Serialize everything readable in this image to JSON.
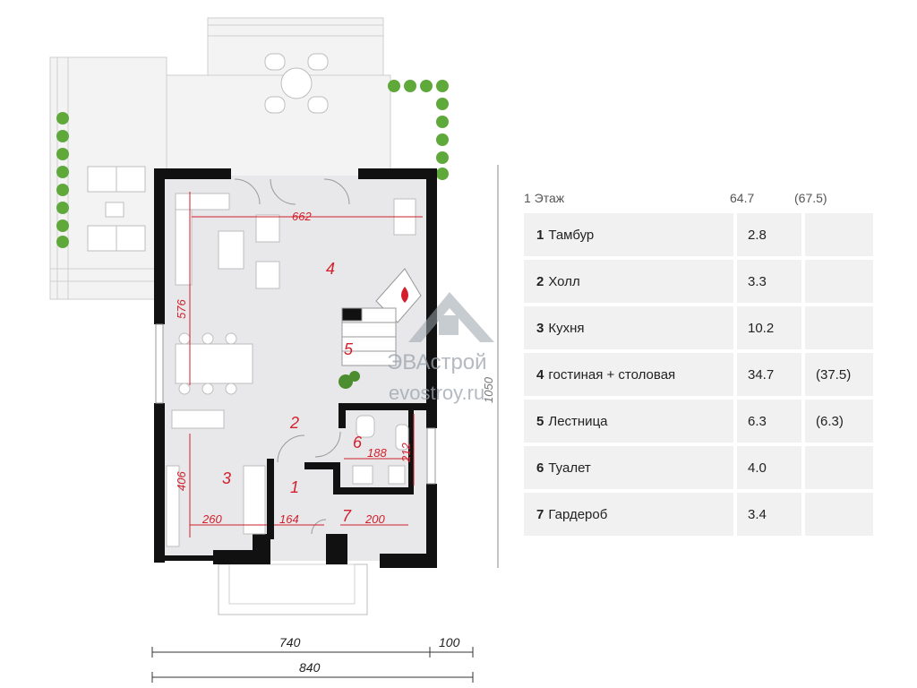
{
  "plan": {
    "rooms": [
      {
        "num": "1"
      },
      {
        "num": "2"
      },
      {
        "num": "3"
      },
      {
        "num": "4"
      },
      {
        "num": "5"
      },
      {
        "num": "6"
      },
      {
        "num": "7"
      }
    ],
    "dims": {
      "d662": "662",
      "d576": "576",
      "d406": "406",
      "d260": "260",
      "d164": "164",
      "d200": "200",
      "d188": "188",
      "d212": "212",
      "d1050": "1050"
    },
    "external": {
      "w740": "740",
      "w100": "100",
      "w840": "840"
    },
    "watermark": {
      "brand": "ЭВАстрой",
      "site": "evostroy.ru"
    },
    "colors": {
      "wall": "#111111",
      "floor": "#e8e8ea",
      "terrace": "#f3f3f3",
      "accent": "#d21f2b"
    }
  },
  "table": {
    "floor": "1 Этаж",
    "total": "64.7",
    "total_alt": "(67.5)",
    "rows": [
      {
        "num": "1",
        "name": "Тамбур",
        "area": "2.8",
        "alt": ""
      },
      {
        "num": "2",
        "name": "Холл",
        "area": "3.3",
        "alt": ""
      },
      {
        "num": "3",
        "name": "Кухня",
        "area": "10.2",
        "alt": ""
      },
      {
        "num": "4",
        "name": "гостиная + столовая",
        "area": "34.7",
        "alt": "(37.5)"
      },
      {
        "num": "5",
        "name": "Лестница",
        "area": "6.3",
        "alt": "(6.3)"
      },
      {
        "num": "6",
        "name": "Туалет",
        "area": "4.0",
        "alt": ""
      },
      {
        "num": "7",
        "name": "Гардероб",
        "area": "3.4",
        "alt": ""
      }
    ]
  }
}
